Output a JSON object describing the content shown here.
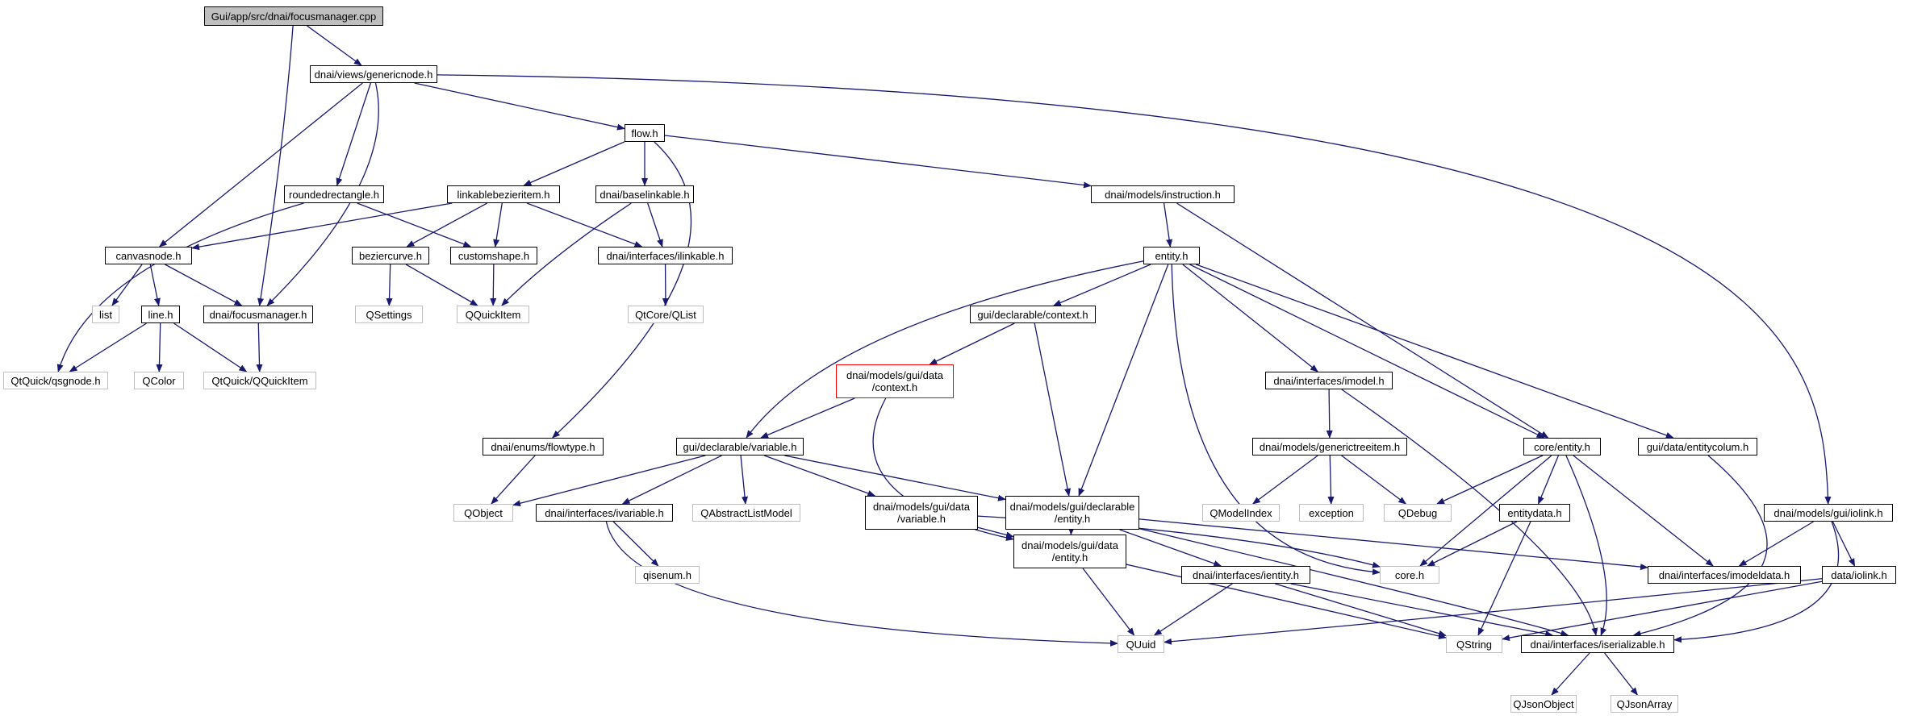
{
  "colors": {
    "edge": "#191970",
    "node_border": "#000000",
    "external_border": "#bfbfbf",
    "root_fill": "#bfbfbf",
    "highlight_border": "#ff0000"
  },
  "nodes": [
    {
      "id": "root",
      "label": "Gui/app/src/dnai/focusmanager.cpp",
      "kind": "root"
    },
    {
      "id": "genericnode",
      "label": "dnai/views/genericnode.h",
      "kind": "internal"
    },
    {
      "id": "flow",
      "label": "flow.h",
      "kind": "internal"
    },
    {
      "id": "roundedrectangle",
      "label": "roundedrectangle.h",
      "kind": "internal"
    },
    {
      "id": "linkablebezieritem",
      "label": "linkablebezieritem.h",
      "kind": "internal"
    },
    {
      "id": "baselinkable",
      "label": "dnai/baselinkable.h",
      "kind": "internal"
    },
    {
      "id": "instruction",
      "label": "dnai/models/instruction.h",
      "kind": "internal"
    },
    {
      "id": "canvasnode",
      "label": "canvasnode.h",
      "kind": "internal"
    },
    {
      "id": "beziercurve",
      "label": "beziercurve.h",
      "kind": "internal"
    },
    {
      "id": "customshape",
      "label": "customshape.h",
      "kind": "internal"
    },
    {
      "id": "ilinkable",
      "label": "dnai/interfaces/ilinkable.h",
      "kind": "internal"
    },
    {
      "id": "entity",
      "label": "entity.h",
      "kind": "internal"
    },
    {
      "id": "list",
      "label": "list",
      "kind": "external"
    },
    {
      "id": "line",
      "label": "line.h",
      "kind": "internal"
    },
    {
      "id": "focusmanager",
      "label": "dnai/focusmanager.h",
      "kind": "internal"
    },
    {
      "id": "qsettings",
      "label": "QSettings",
      "kind": "external"
    },
    {
      "id": "qquickitem",
      "label": "QQuickItem",
      "kind": "external"
    },
    {
      "id": "qlist",
      "label": "QtCore/QList",
      "kind": "external"
    },
    {
      "id": "declcontext",
      "label": "gui/declarable/context.h",
      "kind": "internal"
    },
    {
      "id": "qsgnode",
      "label": "QtQuick/qsgnode.h",
      "kind": "external"
    },
    {
      "id": "qcolor",
      "label": "QColor",
      "kind": "external"
    },
    {
      "id": "qtquickitem",
      "label": "QtQuick/QQuickItem",
      "kind": "external"
    },
    {
      "id": "datacontext",
      "label": "dnai/models/gui/data\n/context.h",
      "kind": "highlight"
    },
    {
      "id": "imodel",
      "label": "dnai/interfaces/imodel.h",
      "kind": "internal"
    },
    {
      "id": "flowtype",
      "label": "dnai/enums/flowtype.h",
      "kind": "internal"
    },
    {
      "id": "variable",
      "label": "gui/declarable/variable.h",
      "kind": "internal"
    },
    {
      "id": "generictreeitem",
      "label": "dnai/models/generictreeitem.h",
      "kind": "internal"
    },
    {
      "id": "coreentity",
      "label": "core/entity.h",
      "kind": "internal"
    },
    {
      "id": "entitycolum",
      "label": "gui/data/entitycolum.h",
      "kind": "internal"
    },
    {
      "id": "qobject",
      "label": "QObject",
      "kind": "external"
    },
    {
      "id": "ivariable",
      "label": "dnai/interfaces/ivariable.h",
      "kind": "internal"
    },
    {
      "id": "qabstractlistmodel",
      "label": "QAbstractListModel",
      "kind": "external"
    },
    {
      "id": "datavariable",
      "label": "dnai/models/gui/data\n/variable.h",
      "kind": "internal"
    },
    {
      "id": "declentity",
      "label": "dnai/models/gui/declarable\n/entity.h",
      "kind": "internal"
    },
    {
      "id": "qmodelindex",
      "label": "QModelIndex",
      "kind": "external"
    },
    {
      "id": "exception",
      "label": "exception",
      "kind": "external"
    },
    {
      "id": "qdebug",
      "label": "QDebug",
      "kind": "external"
    },
    {
      "id": "entitydata",
      "label": "entitydata.h",
      "kind": "internal"
    },
    {
      "id": "iolink",
      "label": "dnai/models/gui/iolink.h",
      "kind": "internal"
    },
    {
      "id": "qisenum",
      "label": "qisenum.h",
      "kind": "external"
    },
    {
      "id": "dataentity",
      "label": "dnai/models/gui/data\n/entity.h",
      "kind": "internal"
    },
    {
      "id": "coreh",
      "label": "core.h",
      "kind": "external"
    },
    {
      "id": "ientity",
      "label": "dnai/interfaces/ientity.h",
      "kind": "internal"
    },
    {
      "id": "imodeldata",
      "label": "dnai/interfaces/imodeldata.h",
      "kind": "internal"
    },
    {
      "id": "datailink",
      "label": "data/iolink.h",
      "kind": "internal"
    },
    {
      "id": "quuid",
      "label": "QUuid",
      "kind": "external"
    },
    {
      "id": "qstring",
      "label": "QString",
      "kind": "external"
    },
    {
      "id": "iserializable",
      "label": "dnai/interfaces/iserializable.h",
      "kind": "internal"
    },
    {
      "id": "qjsonobject",
      "label": "QJsonObject",
      "kind": "external"
    },
    {
      "id": "qjsonarray",
      "label": "QJsonArray",
      "kind": "external"
    }
  ],
  "edges": [
    {
      "from": "root",
      "to": "genericnode"
    },
    {
      "from": "root",
      "to": "focusmanager"
    },
    {
      "from": "genericnode",
      "to": "flow"
    },
    {
      "from": "genericnode",
      "to": "roundedrectangle"
    },
    {
      "from": "genericnode",
      "to": "canvasnode"
    },
    {
      "from": "genericnode",
      "to": "focusmanager"
    },
    {
      "from": "genericnode",
      "to": "iolink"
    },
    {
      "from": "flow",
      "to": "linkablebezieritem"
    },
    {
      "from": "flow",
      "to": "baselinkable"
    },
    {
      "from": "flow",
      "to": "instruction"
    },
    {
      "from": "flow",
      "to": "flowtype"
    },
    {
      "from": "roundedrectangle",
      "to": "customshape"
    },
    {
      "from": "roundedrectangle",
      "to": "qsgnode"
    },
    {
      "from": "linkablebezieritem",
      "to": "canvasnode"
    },
    {
      "from": "linkablebezieritem",
      "to": "beziercurve"
    },
    {
      "from": "linkablebezieritem",
      "to": "customshape"
    },
    {
      "from": "linkablebezieritem",
      "to": "ilinkable"
    },
    {
      "from": "baselinkable",
      "to": "ilinkable"
    },
    {
      "from": "baselinkable",
      "to": "qquickitem"
    },
    {
      "from": "instruction",
      "to": "entity"
    },
    {
      "from": "instruction",
      "to": "coreentity"
    },
    {
      "from": "canvasnode",
      "to": "list"
    },
    {
      "from": "canvasnode",
      "to": "line"
    },
    {
      "from": "canvasnode",
      "to": "focusmanager"
    },
    {
      "from": "beziercurve",
      "to": "qsettings"
    },
    {
      "from": "beziercurve",
      "to": "qquickitem"
    },
    {
      "from": "customshape",
      "to": "qquickitem"
    },
    {
      "from": "ilinkable",
      "to": "qlist"
    },
    {
      "from": "line",
      "to": "qsgnode"
    },
    {
      "from": "line",
      "to": "qcolor"
    },
    {
      "from": "line",
      "to": "qtquickitem"
    },
    {
      "from": "focusmanager",
      "to": "qtquickitem"
    },
    {
      "from": "entity",
      "to": "declcontext"
    },
    {
      "from": "entity",
      "to": "variable"
    },
    {
      "from": "entity",
      "to": "declentity"
    },
    {
      "from": "entity",
      "to": "imodel"
    },
    {
      "from": "entity",
      "to": "coreentity"
    },
    {
      "from": "entity",
      "to": "entitycolum"
    },
    {
      "from": "entity",
      "to": "coreh"
    },
    {
      "from": "declcontext",
      "to": "datacontext"
    },
    {
      "from": "declcontext",
      "to": "declentity"
    },
    {
      "from": "datacontext",
      "to": "variable"
    },
    {
      "from": "datacontext",
      "to": "dataentity"
    },
    {
      "from": "flowtype",
      "to": "qobject"
    },
    {
      "from": "variable",
      "to": "qobject"
    },
    {
      "from": "variable",
      "to": "ivariable"
    },
    {
      "from": "variable",
      "to": "qabstractlistmodel"
    },
    {
      "from": "variable",
      "to": "datavariable"
    },
    {
      "from": "variable",
      "to": "declentity"
    },
    {
      "from": "imodel",
      "to": "generictreeitem"
    },
    {
      "from": "imodel",
      "to": "iserializable"
    },
    {
      "from": "generictreeitem",
      "to": "qmodelindex"
    },
    {
      "from": "generictreeitem",
      "to": "exception"
    },
    {
      "from": "generictreeitem",
      "to": "qdebug"
    },
    {
      "from": "coreentity",
      "to": "qdebug"
    },
    {
      "from": "coreentity",
      "to": "entitydata"
    },
    {
      "from": "coreentity",
      "to": "coreh"
    },
    {
      "from": "coreentity",
      "to": "imodeldata"
    },
    {
      "from": "coreentity",
      "to": "iserializable"
    },
    {
      "from": "entitycolum",
      "to": "iserializable"
    },
    {
      "from": "ivariable",
      "to": "qisenum"
    },
    {
      "from": "ivariable",
      "to": "quuid"
    },
    {
      "from": "datavariable",
      "to": "dataentity"
    },
    {
      "from": "datavariable",
      "to": "coreh"
    },
    {
      "from": "declentity",
      "to": "dataentity"
    },
    {
      "from": "declentity",
      "to": "ientity"
    },
    {
      "from": "declentity",
      "to": "imodeldata"
    },
    {
      "from": "declentity",
      "to": "iserializable"
    },
    {
      "from": "entitydata",
      "to": "coreh"
    },
    {
      "from": "entitydata",
      "to": "qstring"
    },
    {
      "from": "iolink",
      "to": "imodeldata"
    },
    {
      "from": "iolink",
      "to": "datailink"
    },
    {
      "from": "iolink",
      "to": "iserializable"
    },
    {
      "from": "dataentity",
      "to": "quuid"
    },
    {
      "from": "dataentity",
      "to": "qstring"
    },
    {
      "from": "ientity",
      "to": "quuid"
    },
    {
      "from": "ientity",
      "to": "qstring"
    },
    {
      "from": "ientity",
      "to": "iserializable"
    },
    {
      "from": "datailink",
      "to": "quuid"
    },
    {
      "from": "datailink",
      "to": "qstring"
    },
    {
      "from": "iserializable",
      "to": "qjsonobject"
    },
    {
      "from": "iserializable",
      "to": "qjsonarray"
    }
  ]
}
